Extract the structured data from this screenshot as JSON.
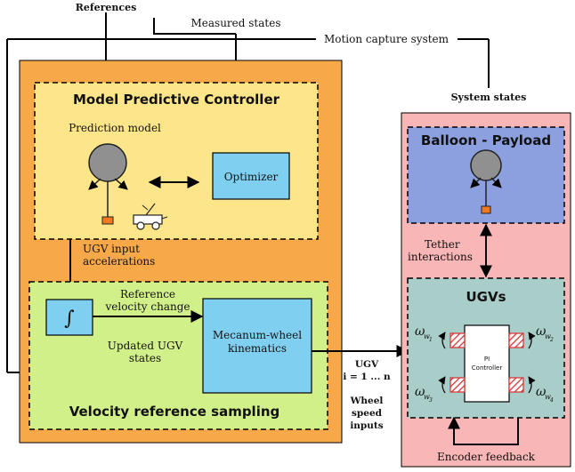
{
  "top": {
    "references": "References",
    "measured_states": "Measured states",
    "motion_capture": "Motion capture system",
    "system_states": "System states"
  },
  "mpc": {
    "title": "Model Predictive Controller",
    "prediction_model": "Prediction model",
    "optimizer": "Optimizer"
  },
  "mid": {
    "ugv_input_line1": "UGV input",
    "ugv_input_line2": "accelerations"
  },
  "vrs": {
    "title": "Velocity reference sampling",
    "integral_symbol": "∫",
    "ref_vel_line1": "Reference",
    "ref_vel_line2": "velocity change",
    "updated_line1": "Updated UGV",
    "updated_line2": "states",
    "mecanum_line1": "Mecanum-wheel",
    "mecanum_line2": "kinematics"
  },
  "link": {
    "ugv": "UGV",
    "index": "i = 1 ... n",
    "wheel_line1": "Wheel",
    "wheel_line2": "speed",
    "wheel_line3": "inputs"
  },
  "right": {
    "balloon_title": "Balloon - Payload",
    "tether_line1": "Tether",
    "tether_line2": "interactions",
    "ugvs_title": "UGVs",
    "pi_line1": "PI",
    "pi_line2": "Controller",
    "encoder": "Encoder feedback",
    "w1": "ω",
    "w1_sub": "w",
    "w1_idx": "1",
    "w2": "ω",
    "w2_sub": "w",
    "w2_idx": "2",
    "w3": "ω",
    "w3_sub": "w",
    "w3_idx": "3",
    "w4": "ω",
    "w4_sub": "w",
    "w4_idx": "4"
  },
  "colors": {
    "outer_orange": "#f7a94a",
    "mpc_fill": "#fde68a",
    "vrs_fill": "#d2f08a",
    "sys_fill": "#f9b6b6",
    "balloon_fill": "#8ca0e0",
    "ugvs_fill": "#a9cdc8",
    "block_blue": "#7fd0f0",
    "balloon_gray": "#909090",
    "payload_orange": "#f07a20"
  }
}
